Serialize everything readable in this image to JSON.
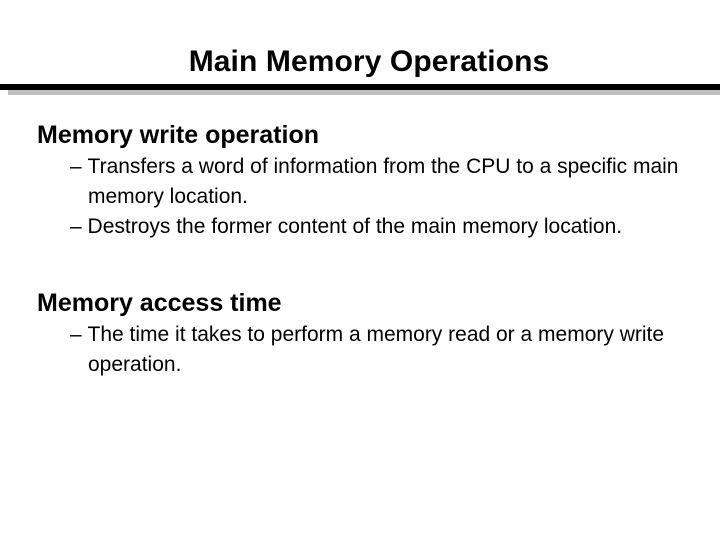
{
  "slide": {
    "title": "Main Memory Operations",
    "background_color": "#ffffff",
    "text_color": "#000000",
    "divider": {
      "rule_color": "#000000",
      "shadow_color": "#bfbfbf"
    },
    "blocks": [
      {
        "heading": "Memory write operation",
        "bullets": [
          {
            "dash": "–",
            "text": "Transfers a word of information from the CPU to a specific main memory location."
          },
          {
            "dash": "–",
            "text": "Destroys the former content of the main memory location."
          }
        ]
      },
      {
        "heading": "Memory access time",
        "bullets": [
          {
            "dash": "–",
            "text": "The time it takes to perform a memory read or a memory write operation."
          }
        ]
      }
    ]
  }
}
